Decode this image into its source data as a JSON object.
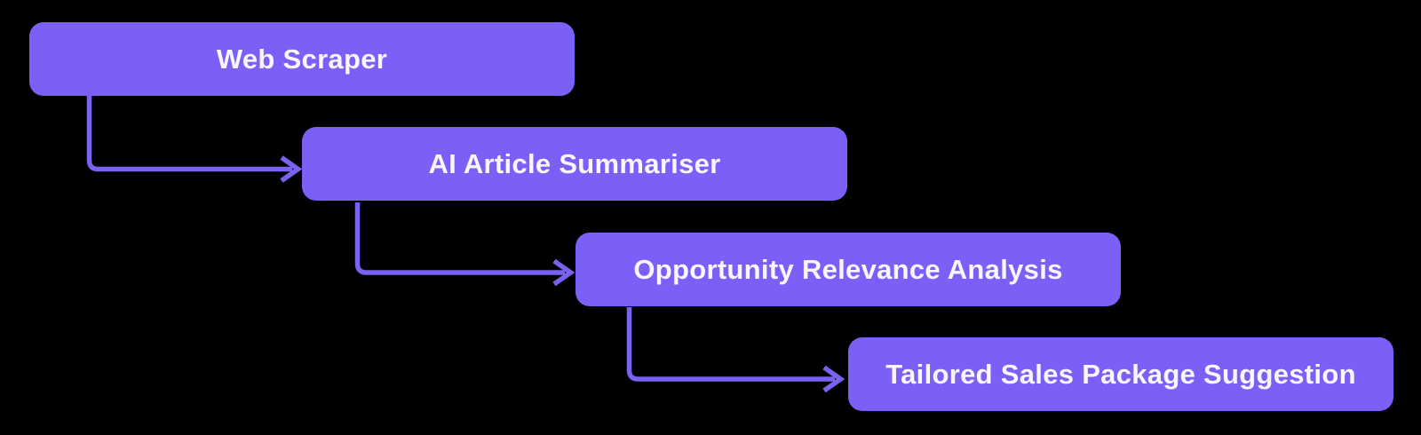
{
  "diagram": {
    "type": "flowchart",
    "nodes": [
      {
        "id": "web-scraper",
        "label": "Web Scraper"
      },
      {
        "id": "ai-article-summariser",
        "label": "AI Article Summariser"
      },
      {
        "id": "opportunity-relevance-analysis",
        "label": "Opportunity Relevance Analysis"
      },
      {
        "id": "tailored-sales-package-suggestion",
        "label": "Tailored Sales Package Suggestion"
      }
    ],
    "connectors": [
      {
        "from": "web-scraper",
        "to": "ai-article-summariser",
        "style": "elbow-down-right-arrow"
      },
      {
        "from": "ai-article-summariser",
        "to": "opportunity-relevance-analysis",
        "style": "elbow-down-right-arrow"
      },
      {
        "from": "opportunity-relevance-analysis",
        "to": "tailored-sales-package-suggestion",
        "style": "elbow-down-right-arrow"
      }
    ]
  },
  "colors": {
    "background": "#000000",
    "node_fill": "#7C5FF7",
    "connector_stroke": "#7A61EF",
    "label_text": "#F8F6FF"
  }
}
